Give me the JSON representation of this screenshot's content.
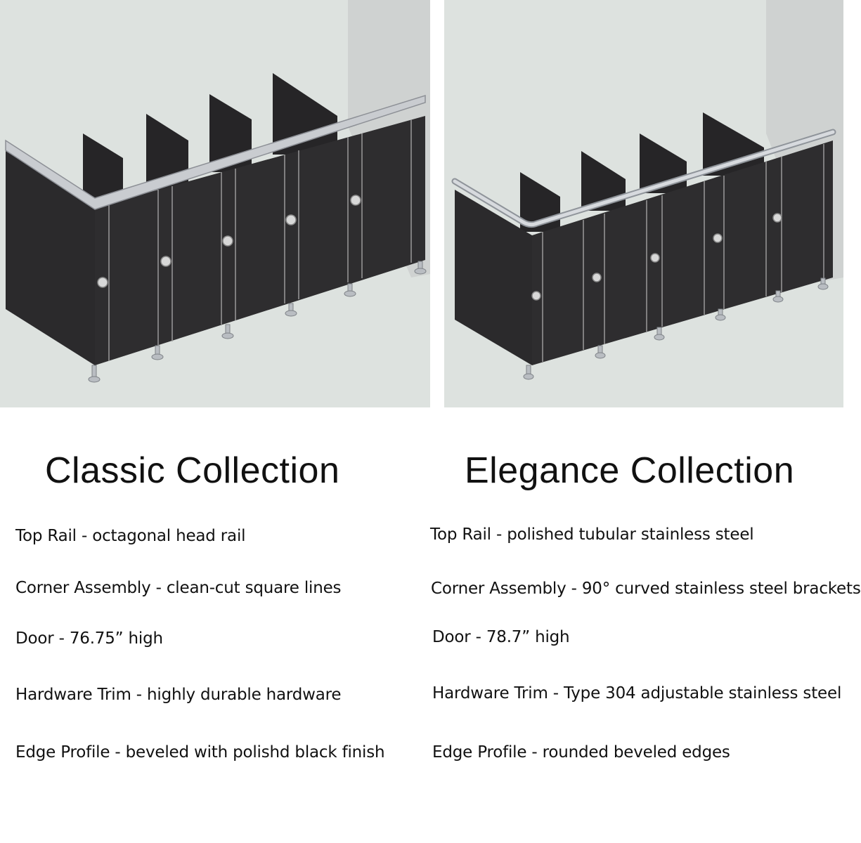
{
  "classic": {
    "title": "Classic Collection",
    "features": [
      "Top Rail - octagonal head rail",
      "Corner Assembly - clean-cut square lines",
      "Door - 76.75” high",
      "Hardware Trim - highly durable hardware",
      "Edge Profile - beveled with polishd black finish"
    ]
  },
  "elegance": {
    "title": "Elegance Collection",
    "features": [
      "Top Rail - polished tubular stainless steel",
      "Corner Assembly - 90° curved stainless steel brackets",
      "Door - 78.7” high",
      "Hardware Trim - Type 304 adjustable stainless steel",
      "Edge Profile - rounded beveled edges"
    ]
  },
  "colors": {
    "wall": "#dde2df",
    "side_wall": "#cfd2d1",
    "panel": "#2b2a2c",
    "rail": "#c9ccd0"
  }
}
